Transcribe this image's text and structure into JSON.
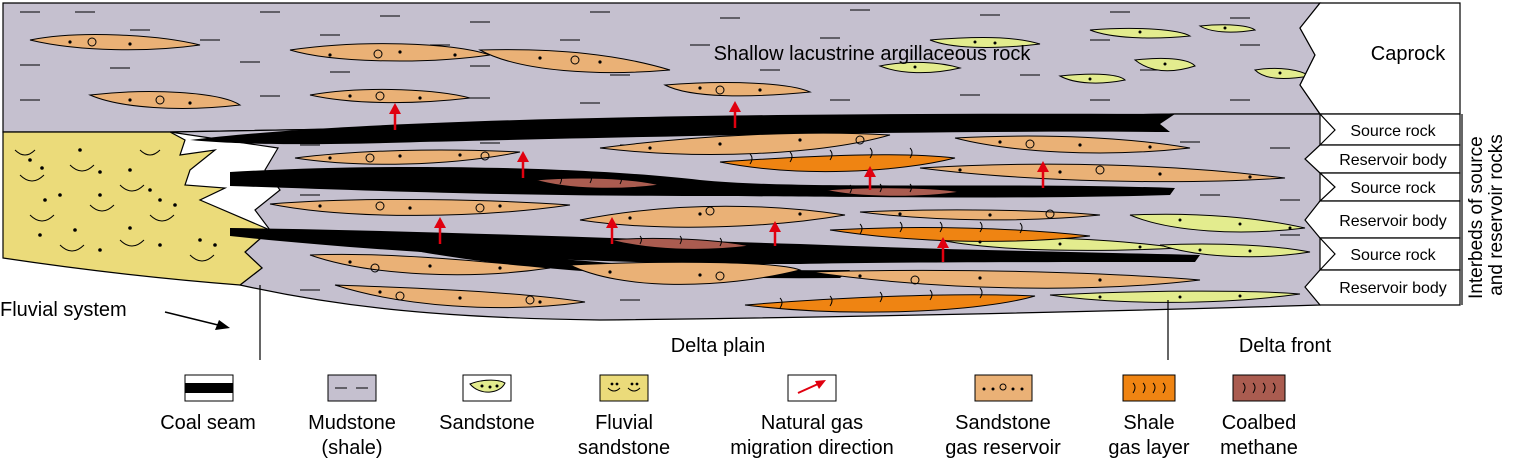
{
  "title_text": "Shallow lacustrine argillaceous rock",
  "zones": {
    "caprock": "Caprock",
    "rows": [
      "Source rock",
      "Reservoir body",
      "Source rock",
      "Reservoir body",
      "Source rock",
      "Reservoir body"
    ],
    "interbeds": [
      "Interbeds of source",
      "and reservoir rocks"
    ]
  },
  "labels": {
    "fluvial_system": "Fluvial system",
    "delta_plain": "Delta plain",
    "delta_front": "Delta front"
  },
  "legend": [
    {
      "key": "coal",
      "lines": [
        "Coal seam"
      ]
    },
    {
      "key": "mudstone",
      "lines": [
        "Mudstone",
        "(shale)"
      ]
    },
    {
      "key": "sandstone",
      "lines": [
        "Sandstone"
      ]
    },
    {
      "key": "fluvial",
      "lines": [
        "Fluvial",
        "sandstone"
      ]
    },
    {
      "key": "migration",
      "lines": [
        "Natural gas",
        "migration direction"
      ]
    },
    {
      "key": "sand_gas",
      "lines": [
        "Sandstone",
        "gas reservoir"
      ]
    },
    {
      "key": "shale_gas",
      "lines": [
        "Shale",
        "gas layer"
      ]
    },
    {
      "key": "cbm",
      "lines": [
        "Coalbed",
        "methane"
      ]
    }
  ],
  "colors": {
    "mudstone": "#c5c0cf",
    "coal": "#000000",
    "sandstone": "#e3ec8e",
    "fluvial": "#ebdb7a",
    "sand_gas": "#eab176",
    "shale_gas": "#ef8412",
    "cbm": "#aa5c50",
    "arrow": "#e0000f"
  }
}
